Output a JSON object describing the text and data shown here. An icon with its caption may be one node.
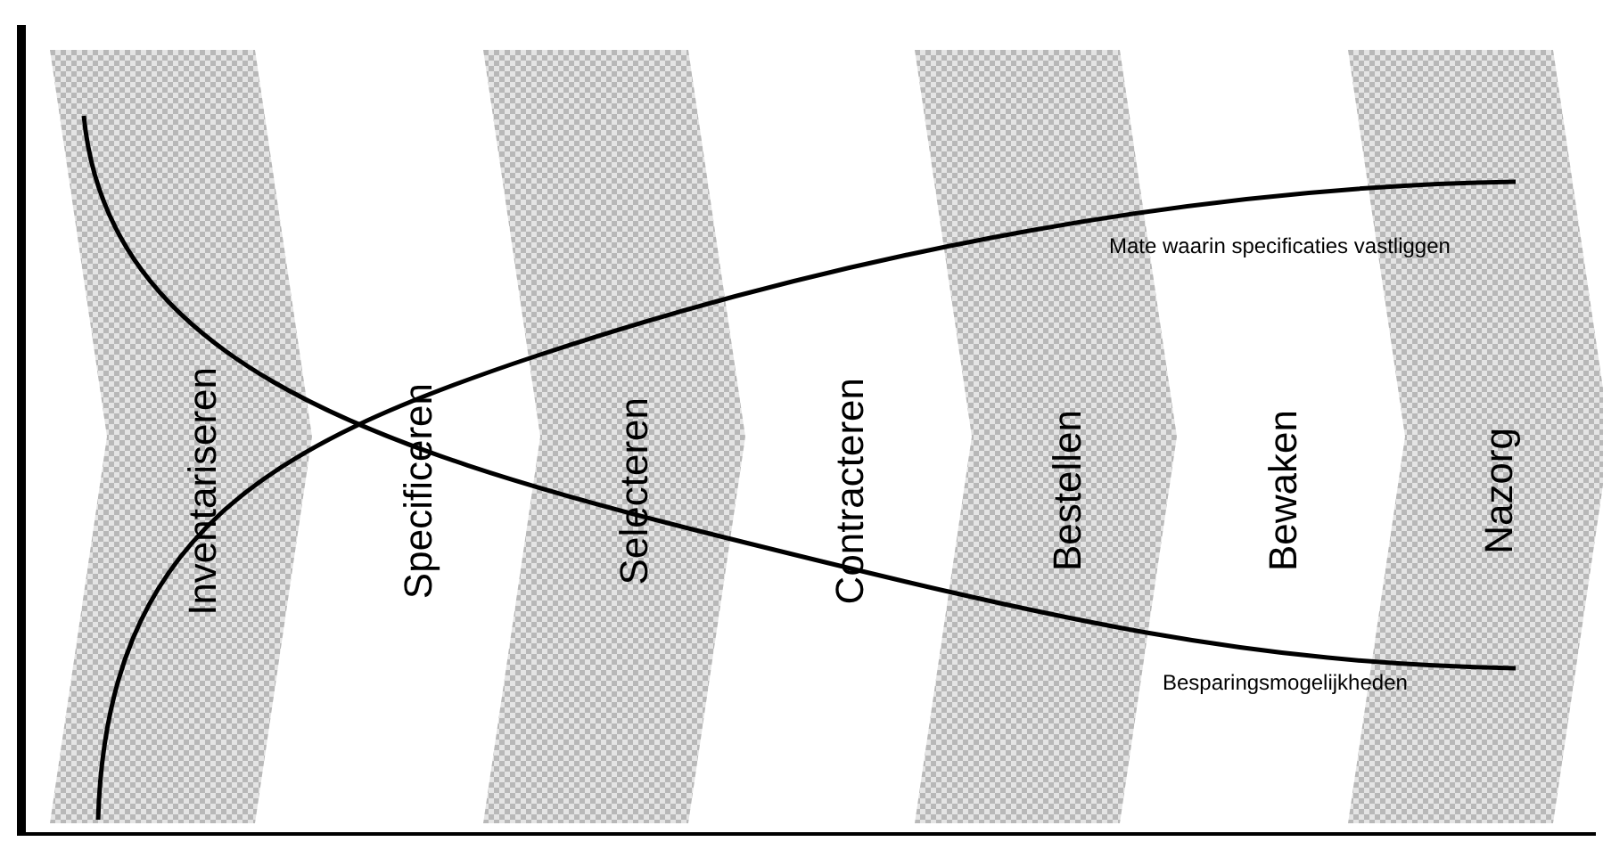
{
  "diagram": {
    "nodes": [
      {
        "text": [
          "Inventariseren"
        ]
      },
      {
        "text": [
          "Specificeren"
        ]
      },
      {
        "text": [
          "Selecteren"
        ]
      },
      {
        "text": [
          "Contracteren"
        ]
      },
      {
        "text": [
          "Bestellen"
        ]
      },
      {
        "text": [
          "Bewaken"
        ]
      },
      {
        "text": [
          "Nazorg"
        ]
      }
    ],
    "labels": [
      "Mate waarin specificaties vastliggen",
      "Besparingsmogelijkheden"
    ]
  }
}
